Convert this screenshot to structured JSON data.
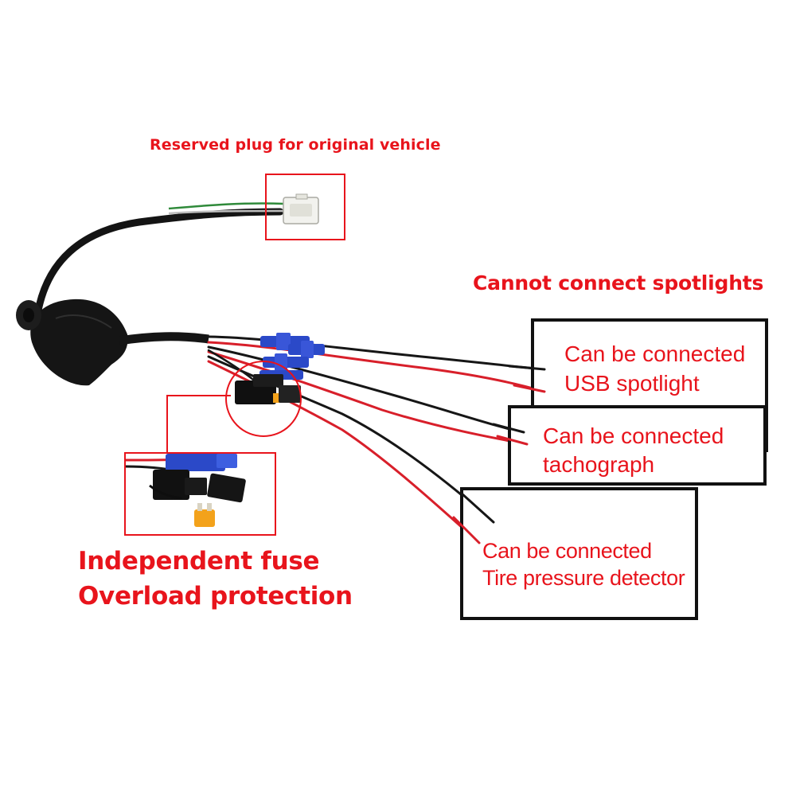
{
  "labels": {
    "reserved_plug": "Reserved plug for original vehicle",
    "cannot_connect": "Cannot connect spotlights",
    "fuse_line1": "Independent fuse",
    "fuse_line2": "Overload protection"
  },
  "devices": [
    {
      "line1": "Can be connected",
      "line2": "USB spotlight"
    },
    {
      "line1": "Can be connected",
      "line2": "tachograph"
    },
    {
      "line1": "Can be connected",
      "line2": "Tire pressure detector"
    }
  ],
  "colors": {
    "accent_red": "#e8141c",
    "wire_red": "#d81f2a",
    "wire_black": "#161616",
    "wire_green": "#2f8a3a",
    "connector_blue": "#2b49c8",
    "fuse_amber": "#f3a21b",
    "plug_white": "#f2f2ee",
    "box_border": "#111111"
  }
}
